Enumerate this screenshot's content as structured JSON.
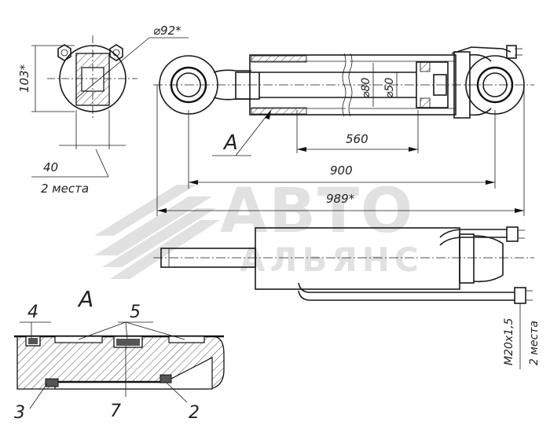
{
  "drawing": {
    "dims": {
      "d92": "⌀92*",
      "h103": "103*",
      "w40": "40",
      "places_left": "2 места",
      "d80": "⌀80",
      "d50": "⌀50",
      "l560": "560",
      "l900": "900",
      "l989": "989*",
      "thread": "M20x1,5",
      "places_right": "2 места"
    },
    "view_label_top": "A",
    "section_label": "A",
    "callouts": {
      "p4": "4",
      "p5": "5",
      "p3": "3",
      "p7": "7",
      "p2": "2"
    }
  },
  "watermark": {
    "line1": "АВТО",
    "line2": "АЛЬЯНС",
    "color": "#c8c8c8"
  }
}
